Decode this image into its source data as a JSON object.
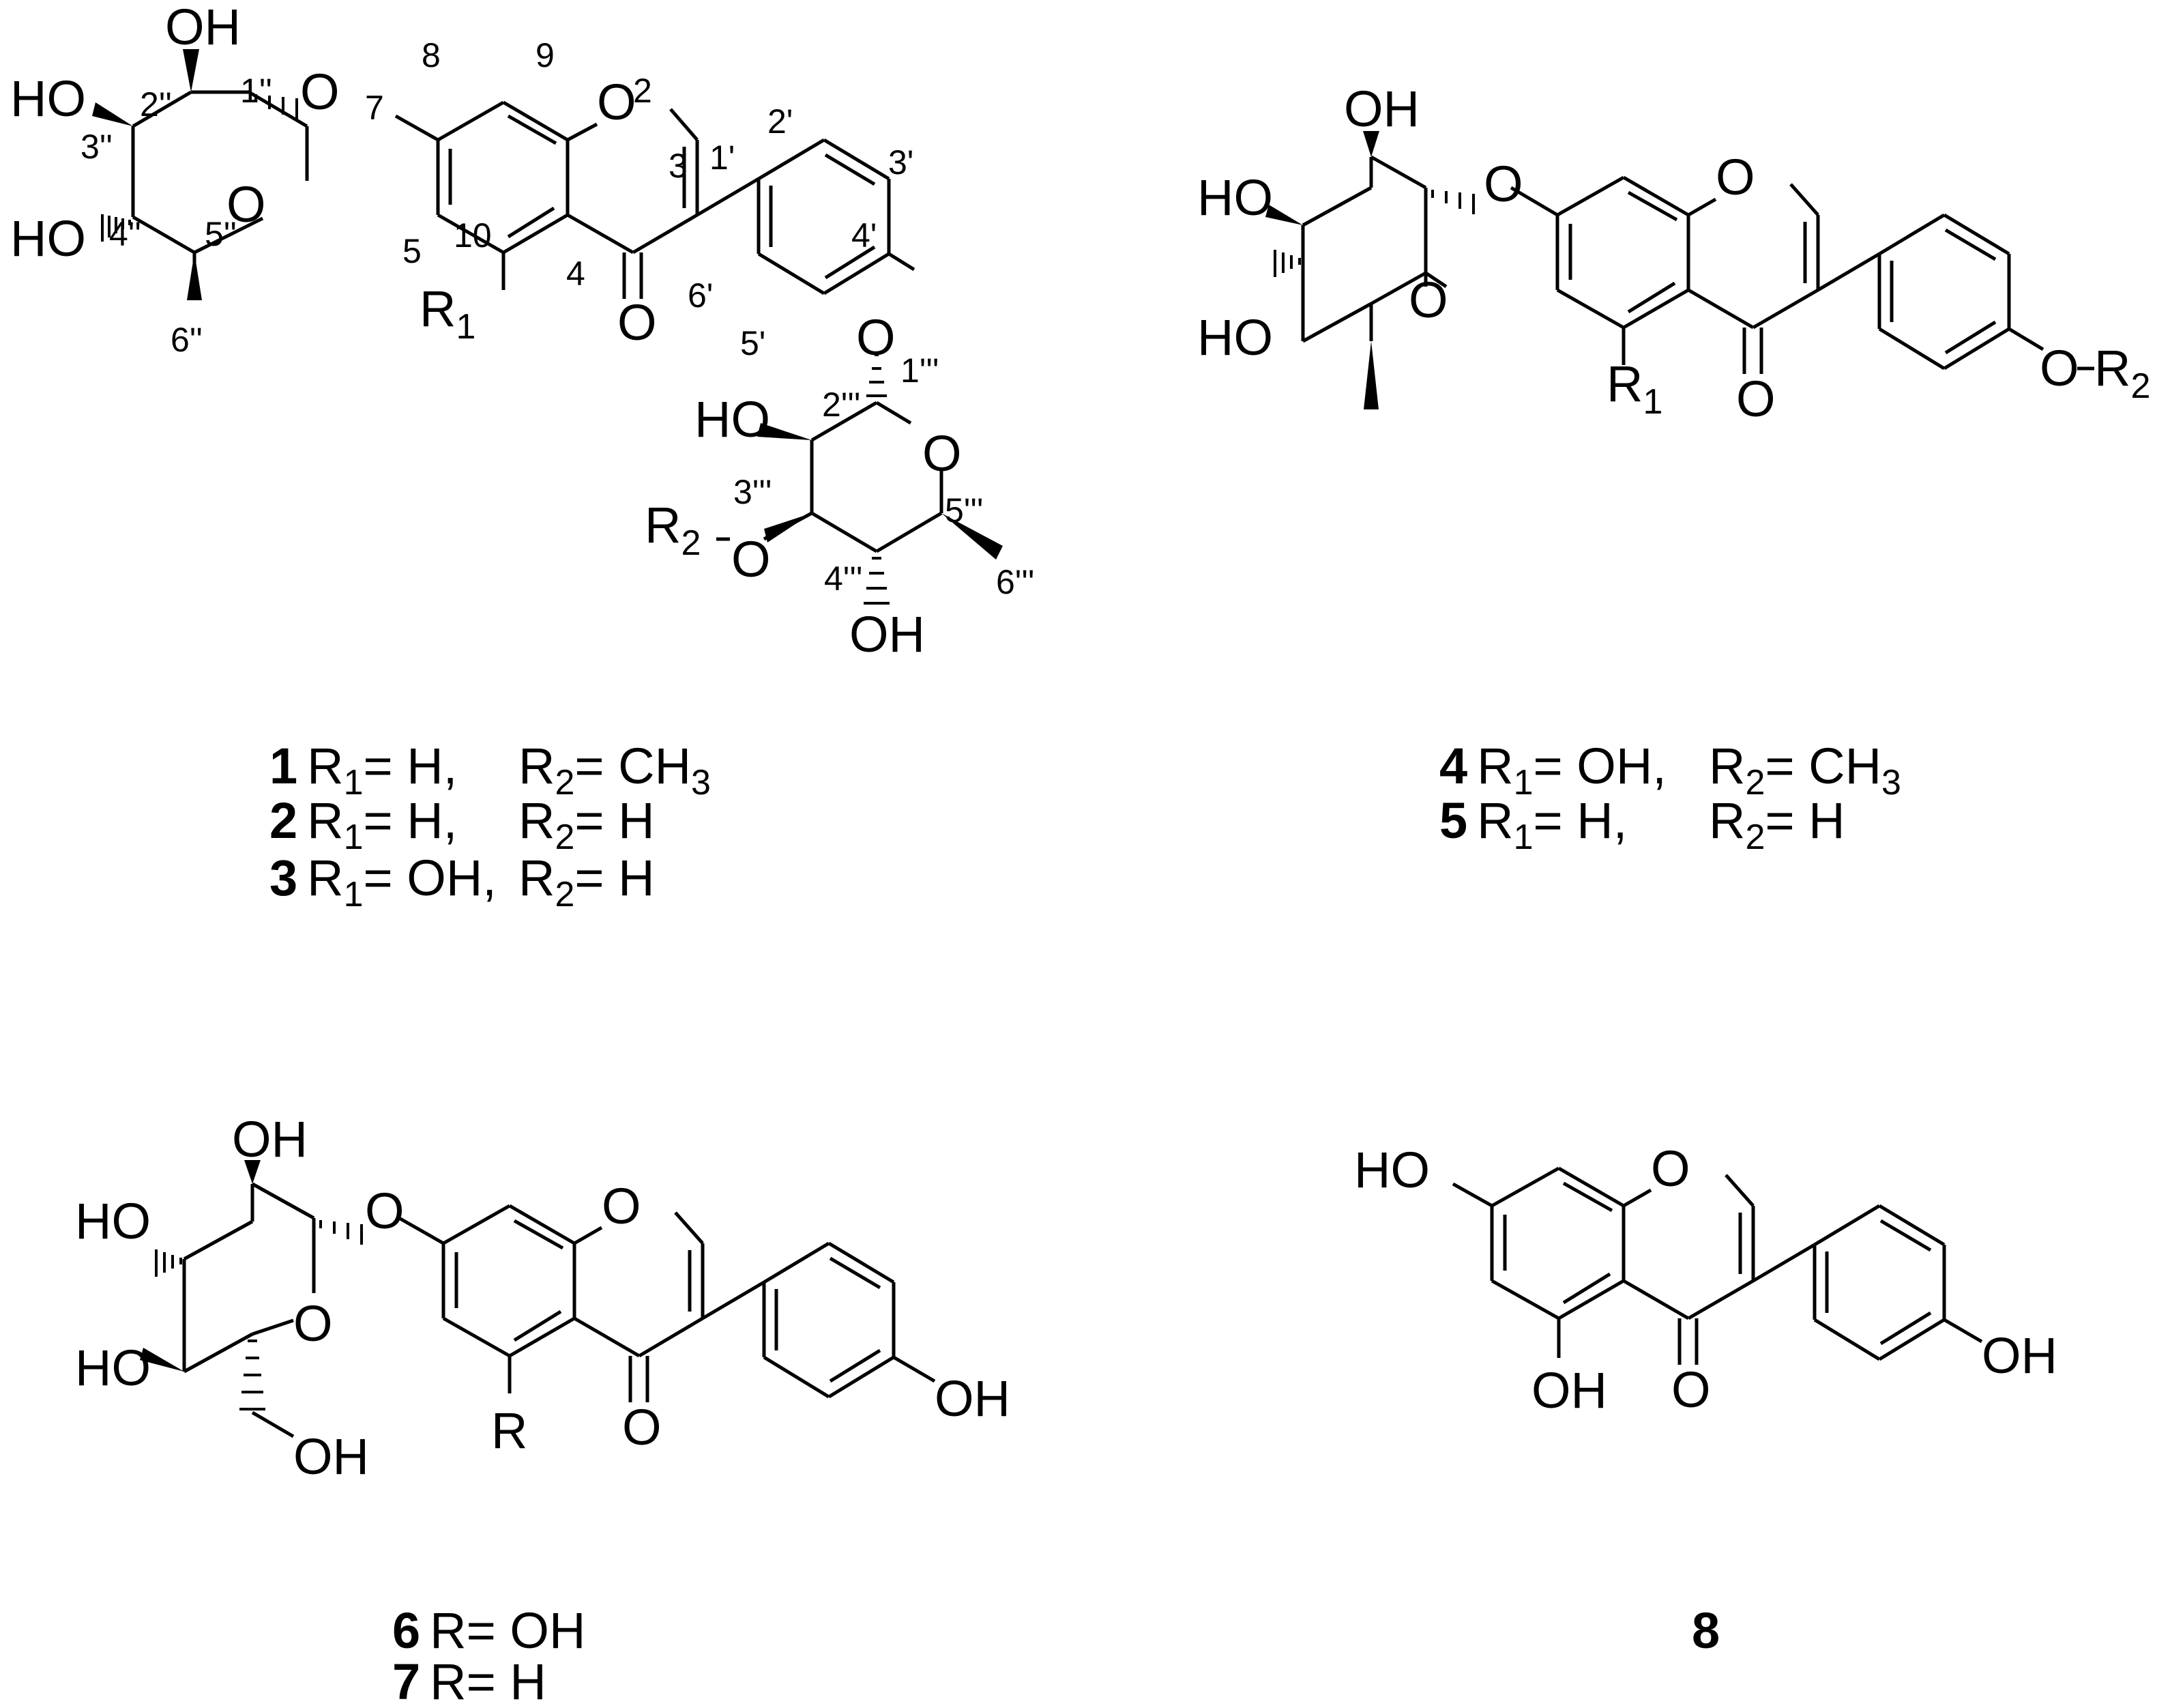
{
  "compounds": {
    "c1": {
      "atoms": {
        "oh_2pp": "OH",
        "ho_3pp": "HO",
        "ho_4pp": "HO",
        "o_ring_a": "O",
        "o_7": "O",
        "o_1": "O",
        "o_carbonyl": "O",
        "r1": "R",
        "r1_sub": "1",
        "o_4p": "O",
        "o_ring_b": "O",
        "ho_2ppp": "HO",
        "r2": "R",
        "r2_sub": "2",
        "o_3ppp": "O",
        "oh_4ppp": "OH"
      },
      "numbering": {
        "n2pp": "2''",
        "n1pp": "1''",
        "n3pp": "3''",
        "n4pp": "4''",
        "n5pp": "5''",
        "n6pp": "6''",
        "n7": "7",
        "n8": "8",
        "n9": "9",
        "n2": "2",
        "n3": "3",
        "n4": "4",
        "n5": "5",
        "n10": "10",
        "n1p": "1'",
        "n2p": "2'",
        "n3p": "3'",
        "n4p": "4'",
        "n5p": "5'",
        "n6p": "6'",
        "n1ppp": "1'''",
        "n2ppp": "2'''",
        "n3ppp": "3'''",
        "n4ppp": "4'''",
        "n5ppp": "5'''",
        "n6ppp": "6'''"
      }
    },
    "c4": {
      "atoms": {
        "oh": "OH",
        "ho1": "HO",
        "ho2": "HO",
        "o_ring": "O",
        "o_link": "O",
        "o_1": "O",
        "o_carbonyl": "O",
        "r1": "R",
        "r1_sub": "1",
        "o_4p": "O",
        "r2": "R",
        "r2_sub": "2"
      }
    },
    "c6": {
      "atoms": {
        "oh": "OH",
        "ho1": "HO",
        "ho2": "HO",
        "o_ring": "O",
        "oh_ch2": "OH",
        "o_link": "O",
        "o_1": "O",
        "o_carbonyl": "O",
        "r": "R",
        "oh_4p": "OH"
      }
    },
    "c8": {
      "atoms": {
        "ho_7": "HO",
        "o_1": "O",
        "oh_5": "OH",
        "o_carbonyl": "O",
        "oh_4p": "OH"
      }
    }
  },
  "captions": {
    "cap1": {
      "num": "1",
      "r1": "R",
      "r1_sub": "1",
      "eq1": "= H,",
      "r2": "R",
      "r2_sub": "2",
      "eq2": "= CH",
      "eq2_sub": "3"
    },
    "cap2": {
      "num": "2",
      "r1": "R",
      "r1_sub": "1",
      "eq1": "= H,",
      "r2": "R",
      "r2_sub": "2",
      "eq2": "= H"
    },
    "cap3": {
      "num": "3",
      "r1": "R",
      "r1_sub": "1",
      "eq1": "= OH,",
      "r2": "R",
      "r2_sub": "2",
      "eq2": "= H"
    },
    "cap4": {
      "num": "4",
      "r1": "R",
      "r1_sub": "1",
      "eq1": "= OH,",
      "r2": "R",
      "r2_sub": "2",
      "eq2": "= CH",
      "eq2_sub": "3"
    },
    "cap5": {
      "num": "5",
      "r1": "R",
      "r1_sub": "1",
      "eq1": "= H,",
      "r2": "R",
      "r2_sub": "2",
      "eq2": "= H"
    },
    "cap6": {
      "num": "6",
      "r": "R",
      "eq": "= OH"
    },
    "cap7": {
      "num": "7",
      "r": "R",
      "eq": "= H"
    },
    "cap8": {
      "num": "8"
    }
  }
}
